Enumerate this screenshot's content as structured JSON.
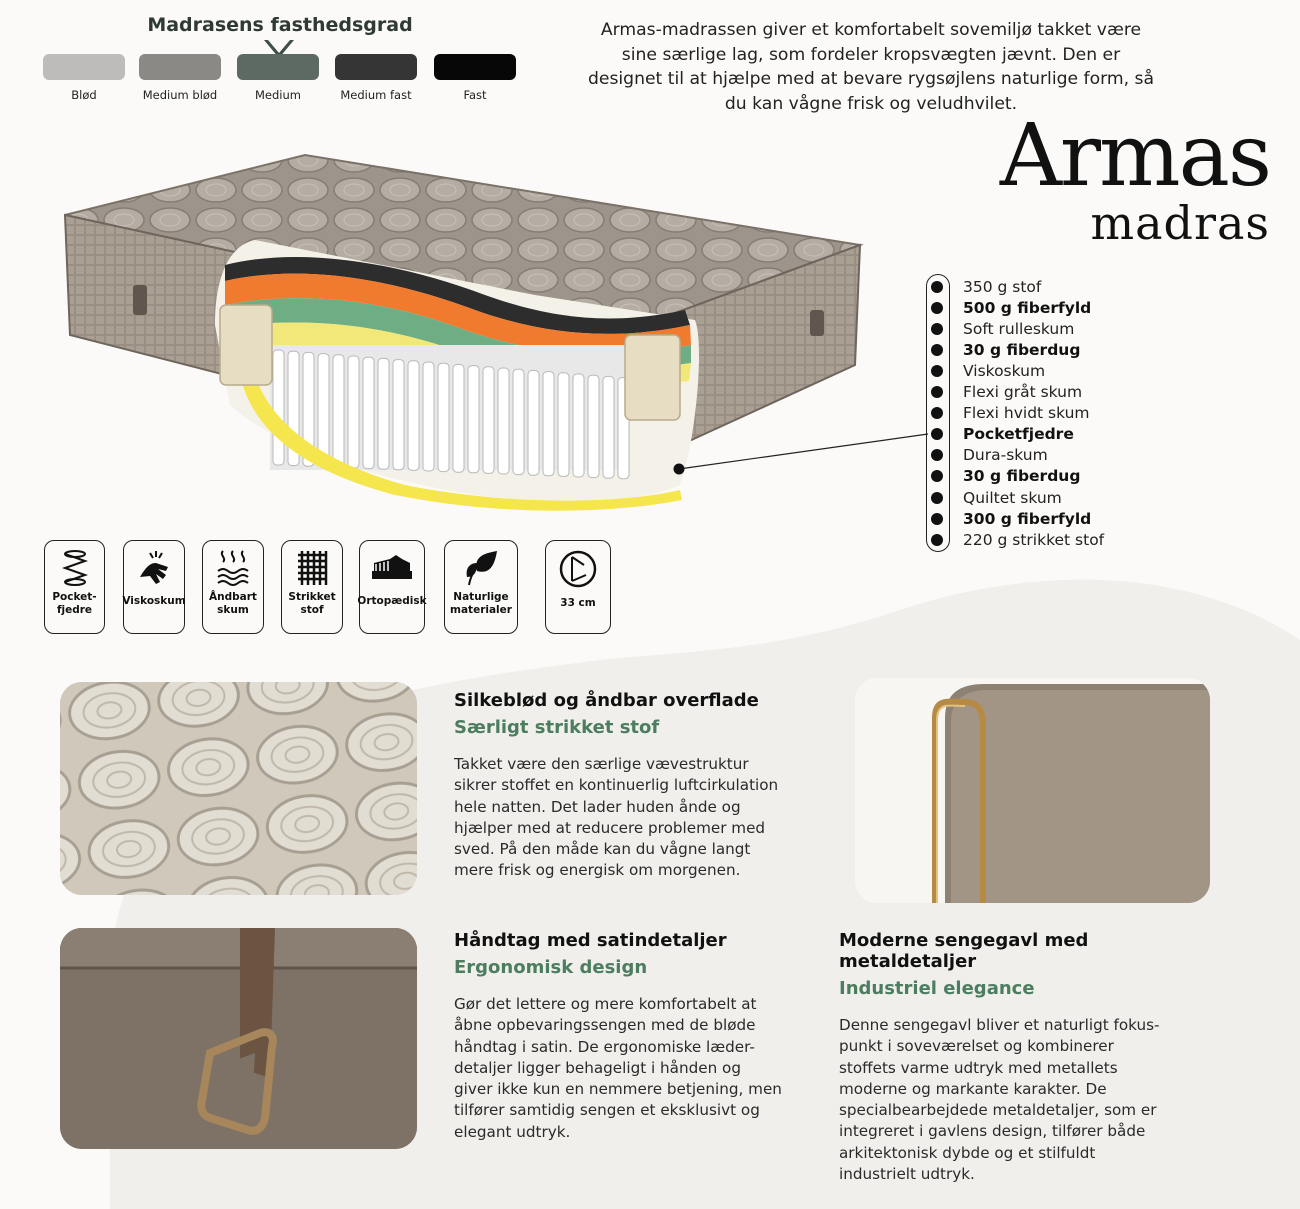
{
  "firmness": {
    "title": "Madrasens fasthedsgrad",
    "levels": [
      {
        "label": "Blød",
        "color": "#bdbcba"
      },
      {
        "label": "Medium blød",
        "color": "#8a8986"
      },
      {
        "label": "Medium",
        "color": "#5d6a63"
      },
      {
        "label": "Medium fast",
        "color": "#353535"
      },
      {
        "label": "Fast",
        "color": "#070707"
      }
    ],
    "selected": "Medium"
  },
  "intro": "Armas-madrassen giver et komfortabelt sovemiljø takket være sine særlige lag, som fordeler kropsvægten jævnt. Den er designet til at hjælpe med at bevare rygsøjlens naturlige form, så du kan vågne frisk og veludhvilet.",
  "brand": {
    "name": "Armas",
    "subtitle": "madras"
  },
  "layers": [
    {
      "text": "350 g stof",
      "bold": false
    },
    {
      "text": "500 g fiberfyld",
      "bold": true
    },
    {
      "text": "Soft rulleskum",
      "bold": false
    },
    {
      "text": "30 g fiberdug",
      "bold": true
    },
    {
      "text": "Viskoskum",
      "bold": false
    },
    {
      "text": "Flexi gråt skum",
      "bold": false
    },
    {
      "text": "Flexi hvidt skum",
      "bold": false
    },
    {
      "text": "Pocketfjedre",
      "bold": true
    },
    {
      "text": "Dura-skum",
      "bold": false
    },
    {
      "text": "30 g fiberdug",
      "bold": true
    },
    {
      "text": "Quiltet skum",
      "bold": false
    },
    {
      "text": "300 g fiberfyld",
      "bold": true
    },
    {
      "text": "220 g strikket stof",
      "bold": false
    }
  ],
  "features": [
    {
      "label": "Pocket-\nfjedre",
      "icon": "pocket-spring-icon"
    },
    {
      "label": "Viskoskum",
      "icon": "hand-foam-icon"
    },
    {
      "label": "Åndbart\nskum",
      "icon": "breathable-waves-icon"
    },
    {
      "label": "Strikket\nstof",
      "icon": "knit-fabric-icon"
    },
    {
      "label": "Ortopædisk",
      "icon": "orthopedic-icon"
    },
    {
      "label": "Naturlige\nmaterialer",
      "icon": "leaf-icon"
    },
    {
      "label": "33 cm",
      "icon": "height-icon"
    }
  ],
  "sections": {
    "surface": {
      "title": "Silkeblød og åndbar overflade",
      "subtitle": "Særligt strikket stof",
      "body": "Takket være den særlige vævestruktur sikrer stoffet en kontinuerlig luftcirkulation hele natten. Det lader huden ånde og hjælper med at reducere problemer med sved. På den måde kan du vågne langt mere frisk og energisk om morgenen."
    },
    "handles": {
      "title": "Håndtag med satindetaljer",
      "subtitle": "Ergonomisk design",
      "body": "Gør det lettere og mere komfortabelt at åbne opbevaringssengen med de bløde håndtag i satin. De ergonomiske læder-detaljer ligger behageligt i hånden og giver ikke kun en nemmere betjening, men tilfører samtidig sengen et eksklusivt og elegant udtryk."
    },
    "headboard": {
      "title": "Moderne sengegavl med metaldetaljer",
      "subtitle": "Industriel elegance",
      "body": "Denne sengegavl bliver et naturligt fokus-punkt i soveværelset og kombinerer stoffets varme udtryk med metallets moderne og markante karakter. De specialbearbejdede metaldetaljer, som er integreret i gavlens design, tilfører både arkitektonisk dybde og et stilfuldt industrielt udtryk."
    }
  }
}
